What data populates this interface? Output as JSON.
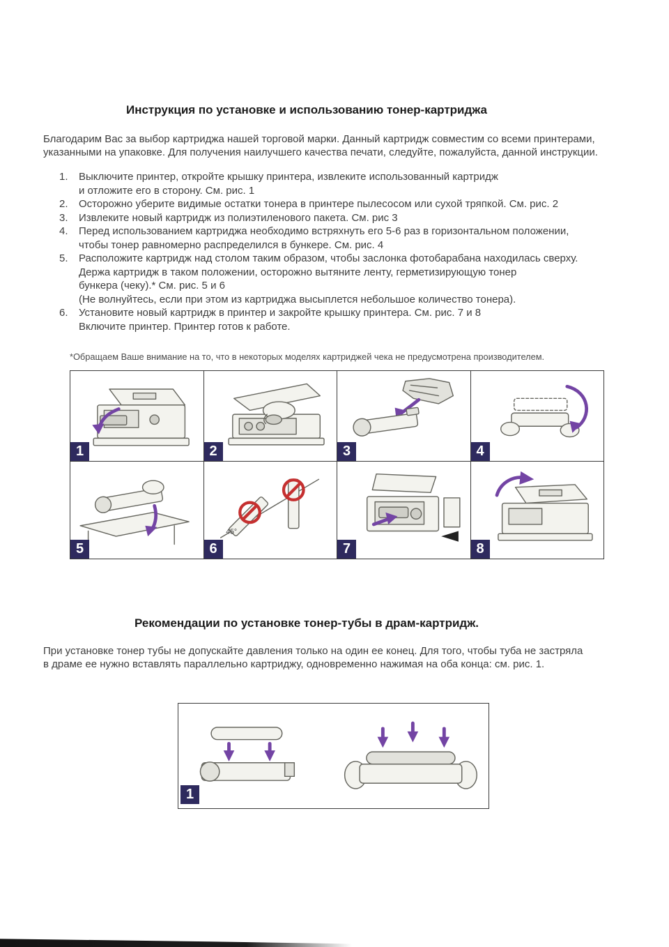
{
  "page": {
    "title": "Инструкция по установке и использованию тонер-картриджа",
    "intro": "Благодарим Вас за выбор картриджа нашей торговой марки. Данный картридж совместим со всеми принтерами,\nуказанными на упаковке. Для получения наилучшего качества печати, следуйте, пожалуйста, данной инструкции.",
    "steps": [
      {
        "num": "1.",
        "text": "Выключите принтер, откройте крышку принтера, извлеките использованный картридж\nи отложите его в сторону. См. рис. 1"
      },
      {
        "num": "2.",
        "text": "Осторожно уберите видимые остатки тонера в принтере пылесосом или сухой тряпкой. См. рис. 2"
      },
      {
        "num": "3.",
        "text": "Извлеките новый картридж из полиэтиленового пакета. См. рис 3"
      },
      {
        "num": "4.",
        "text": "Перед использованием картриджа необходимо встряхнуть его 5-6 раз в горизонтальном положении,\nчтобы тонер равномерно распределился в бункере. См. рис. 4"
      },
      {
        "num": "5.",
        "text": "Расположите картридж над столом таким образом, чтобы заслонка фотобарабана находилась сверху.\nДержа картридж в таком положении, осторожно вытяните ленту, герметизирующую тонер\nбункера (чеку).* См. рис. 5 и 6\n(Не волнуйтесь, если при этом из картриджа высыплется небольшое количество тонера)."
      },
      {
        "num": "6.",
        "text": "Установите новый картридж в принтер и закройте крышку принтера. См. рис. 7 и 8\nВключите принтер. Принтер готов к работе."
      }
    ],
    "footnote": "*Обращаем Ваше внимание на то, что в некоторых моделях картриджей чека не предусмотрена производителем.",
    "figures": [
      {
        "num": "1"
      },
      {
        "num": "2"
      },
      {
        "num": "3"
      },
      {
        "num": "4"
      },
      {
        "num": "5"
      },
      {
        "num": "6",
        "annotation": "45°"
      },
      {
        "num": "7"
      },
      {
        "num": "8"
      }
    ],
    "section2": {
      "title": "Рекомендации по установке тонер-тубы в драм-картридж.",
      "text": "При установке тонер тубы не допускайте давления только на один ее конец. Для того, чтобы туба не застряла\nв драме ее нужно вставлять параллельно картриджу, одновременно нажимая на оба конца: см. рис. 1.",
      "figure_num": "1"
    },
    "colors": {
      "badge_bg": "#2e2a5e",
      "arrow": "#7344a4",
      "prohibition": "#c53030"
    }
  }
}
